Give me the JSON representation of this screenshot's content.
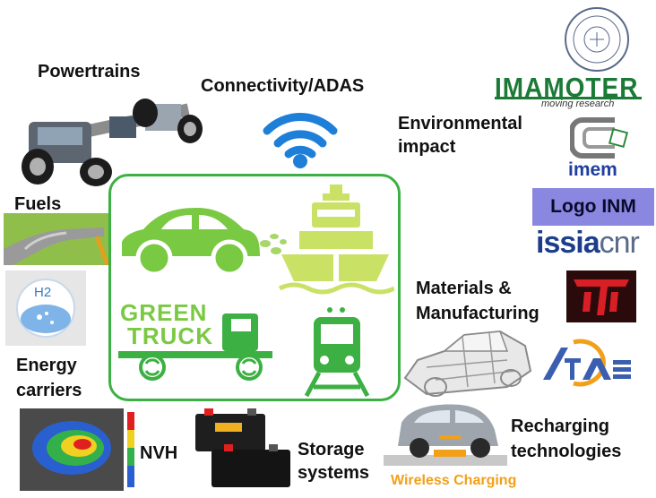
{
  "labels": {
    "powertrains": "Powertrains",
    "connectivity": "Connectivity/ADAS",
    "environmental_line1": "Environmental",
    "environmental_line2": "impact",
    "fuels": "Fuels",
    "energy_line1": "Energy",
    "energy_line2": "carriers",
    "nvh": "NVH",
    "storage_line1": "Storage",
    "storage_line2": "systems",
    "materials_line1": "Materials &",
    "materials_line2": "Manufacturing",
    "recharging_line1": "Recharging",
    "recharging_line2": "technologies"
  },
  "logos": {
    "inm": "Logo INM",
    "imamoter": "IMAMOTER",
    "imamoter_tag": "moving research",
    "imem": "imem",
    "issia": "issia",
    "issia_cnr": "cnr",
    "ita": "ITA",
    "h2": "H2",
    "wireless": "Wireless Charging",
    "green": "GREEN",
    "truck": "TRUCK"
  },
  "colors": {
    "green": "#7ac943",
    "dark_green": "#3cb043",
    "wifi_blue": "#1e7fd8",
    "inm_purple": "#8a87e0"
  }
}
